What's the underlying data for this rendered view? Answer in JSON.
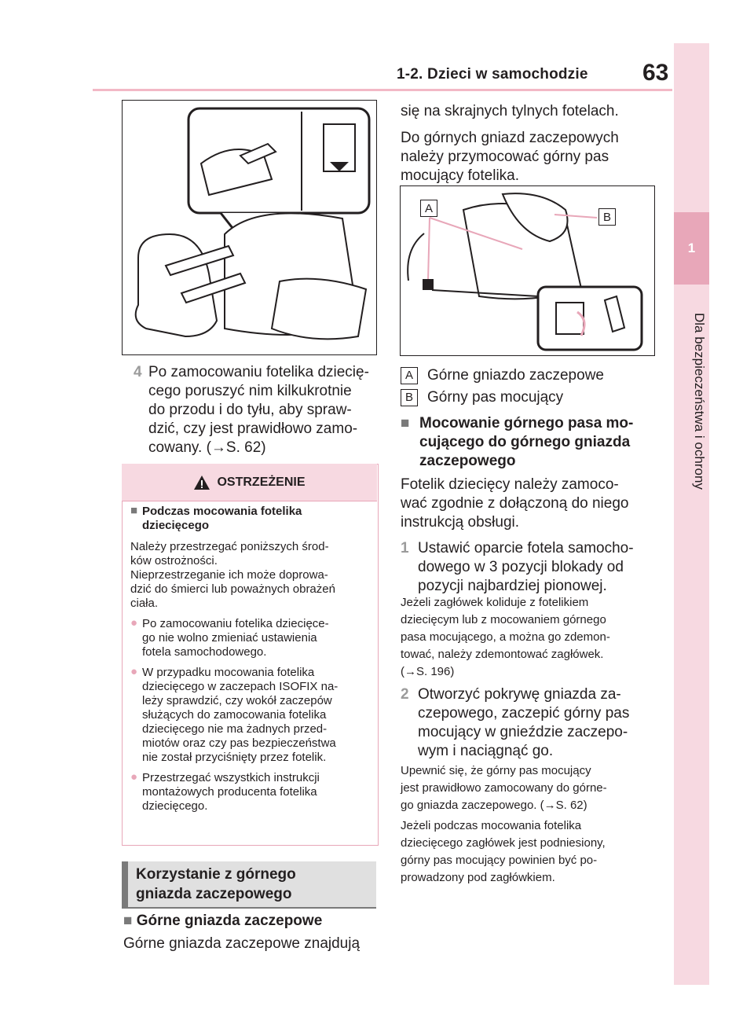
{
  "header": {
    "title": "1-2. Dzieci w samochodzie",
    "page_number": "63"
  },
  "side_tab": {
    "number": "1",
    "label": "Dla bezpieczeństwa i ochrony"
  },
  "left_column": {
    "step4": {
      "number": "4",
      "lines": [
        "Po zamocowaniu fotelika dziecię-",
        "cego poruszyć nim kilkukrotnie",
        "do przodu i do tyłu, aby spraw-",
        "dzić, czy jest prawidłowo zamo-",
        "cowany. (→S. 62)"
      ]
    },
    "warning": {
      "title": "OSTRZEŻENIE",
      "subhead": [
        "Podczas mocowania fotelika",
        "dziecięcego"
      ],
      "intro": [
        "Należy przestrzegać poniższych środ-",
        "ków ostrożności.",
        "Nieprzestrzeganie ich może doprowa-",
        "dzić do śmierci lub poważnych obrażeń",
        "ciała."
      ],
      "bullets": [
        [
          "Po zamocowaniu fotelika dziecięce-",
          "go nie wolno zmieniać ustawienia",
          "fotela samochodowego."
        ],
        [
          "W przypadku mocowania fotelika",
          "dziecięcego w zaczepach ISOFIX na-",
          "leży sprawdzić, czy wokół zaczepów",
          "służących do zamocowania fotelika",
          "dziecięcego nie ma żadnych przed-",
          "miotów oraz czy pas bezpieczeństwa",
          "nie został przyciśnięty przez fotelik."
        ],
        [
          "Przestrzegać wszystkich instrukcji",
          "montażowych producenta fotelika",
          "dziecięcego."
        ]
      ]
    },
    "section_title": [
      "Korzystanie z górnego",
      "gniazda zaczepowego"
    ],
    "subsection": "Górne gniazda zaczepowe",
    "text": "Górne gniazda zaczepowe znajdują"
  },
  "right_column": {
    "intro": [
      "się na skrajnych tylnych fotelach.",
      "Do górnych gniazd zaczepowych",
      "należy przymocować górny pas",
      "mocujący fotelika."
    ],
    "figure_labels": {
      "a": "A",
      "b": "B"
    },
    "legend": [
      {
        "key": "A",
        "text": "Górne gniazdo zaczepowe"
      },
      {
        "key": "B",
        "text": "Górny pas mocujący"
      }
    ],
    "subsection": [
      "Mocowanie górnego pasa mo-",
      "cującego do górnego gniazda",
      "zaczepowego"
    ],
    "para": [
      "Fotelik dziecięcy należy zamoco-",
      "wać zgodnie z dołączoną do niego",
      "instrukcją obsługi."
    ],
    "step1": {
      "number": "1",
      "lines": [
        "Ustawić oparcie fotela samocho-",
        "dowego w 3 pozycji blokady od",
        "pozycji najbardziej pionowej."
      ],
      "note": [
        "Jeżeli zagłówek koliduje z fotelikiem",
        "dziecięcym lub z mocowaniem górnego",
        "pasa mocującego, a można go zdemon-",
        "tować, należy zdemontować zagłówek.",
        "(→S. 196)"
      ]
    },
    "step2": {
      "number": "2",
      "lines": [
        "Otworzyć pokrywę gniazda za-",
        "czepowego, zaczepić górny pas",
        "mocujący w gnieździe zaczepo-",
        "wym i naciągnąć go."
      ],
      "note": [
        "Upewnić się, że górny pas mocujący",
        "jest prawidłowo zamocowany do górne-",
        "go gniazda zaczepowego. (→S. 62)"
      ],
      "note2": [
        "Jeżeli podczas mocowania fotelika",
        "dziecięcego zagłówek jest podniesiony,",
        "górny pas mocujący powinien być po-",
        "prowadzony pod zagłówkiem."
      ]
    }
  },
  "colors": {
    "accent_pink": "#e8a7b9",
    "light_pink": "#f7d9e1",
    "gray": "#7a7a7a"
  }
}
